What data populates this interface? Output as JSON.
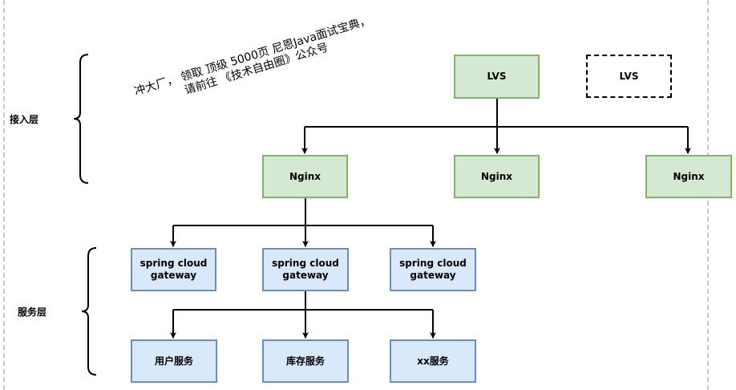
{
  "layers": {
    "access": "接入层",
    "service": "服务层"
  },
  "note": {
    "line1": "冲大厂， 领取 顶级  5000页 尼恩Java面试宝典，",
    "line2": "请前往 《技术自由圈》公众号"
  },
  "nodes": {
    "lvs_main": "LVS",
    "lvs_backup": "LVS",
    "nginx_1": "Nginx",
    "nginx_2": "Nginx",
    "nginx_3": "Nginx",
    "gateway_1": [
      "spring cloud",
      "gateway"
    ],
    "gateway_2": [
      "spring cloud",
      "gateway"
    ],
    "gateway_3": [
      "spring cloud",
      "gateway"
    ],
    "svc_user": "用户服务",
    "svc_stock": "库存服务",
    "svc_xx": "xx服务"
  },
  "colors": {
    "green_fill": "#d5e8d4",
    "green_stroke": "#82b366",
    "blue_fill": "#dae8fc",
    "blue_stroke": "#6c8ebf",
    "guide_line": "#c8c8c8"
  }
}
